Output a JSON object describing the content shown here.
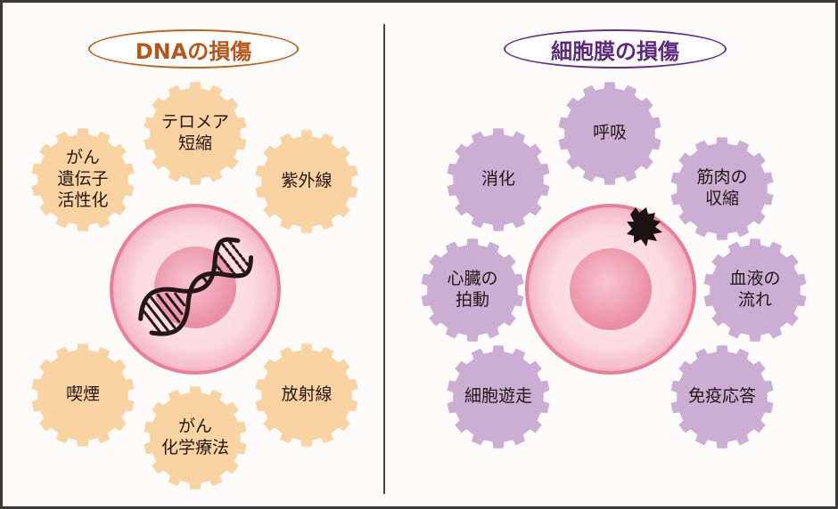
{
  "colors": {
    "dna_title": "#c0621e",
    "membrane_title": "#6a2e8a",
    "dna_gear": "#f9d3a2",
    "membrane_gear": "#ccaed4",
    "cell_ring": "#e97f99",
    "nucleus": "#ef97aa"
  },
  "dna_panel": {
    "title": "DNAの損傷",
    "causes": [
      {
        "label": "がん\n遺伝子\n活性化"
      },
      {
        "label": "テロメア\n短縮"
      },
      {
        "label": "紫外線"
      },
      {
        "label": "喫煙"
      },
      {
        "label": "がん\n化学療法"
      },
      {
        "label": "放射線"
      }
    ],
    "center_icon": "dna-double-helix-icon"
  },
  "membrane_panel": {
    "title": "細胞膜の損傷",
    "causes": [
      {
        "label": "消化"
      },
      {
        "label": "呼吸"
      },
      {
        "label": "筋肉の\n収縮"
      },
      {
        "label": "心臓の\n拍動"
      },
      {
        "label": "血液の\n流れ"
      },
      {
        "label": "細胞遊走"
      },
      {
        "label": "免疫応答"
      }
    ],
    "center_icon": "membrane-rupture-icon"
  }
}
